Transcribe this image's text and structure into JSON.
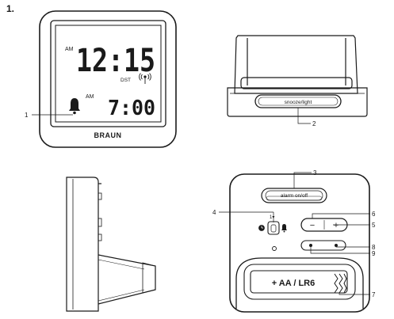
{
  "step_label": "1.",
  "front_view": {
    "brand": "BRAUN",
    "time_digits": "12:15",
    "time_ampm": "AM",
    "dst_label": "DST",
    "alarm_ampm": "AM",
    "alarm_digits": "7:00",
    "callout_1": "1"
  },
  "rear_side_view": {
    "snooze_label": "snooze/light",
    "callout_2": "2"
  },
  "back_view": {
    "alarm_switch_label": "alarm on/off",
    "battery_label": "+ AA / LR6",
    "minus_symbol": "−",
    "plus_symbol": "+",
    "callouts": [
      "3",
      "4",
      "5",
      "6",
      "7",
      "8",
      "9"
    ]
  },
  "icons": [
    "bell-icon",
    "radio-signal-icon",
    "clock-icon"
  ]
}
